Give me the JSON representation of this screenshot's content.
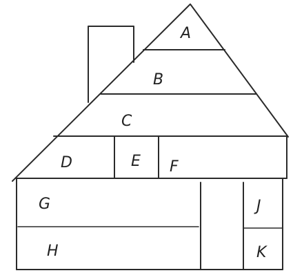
{
  "regions": [
    {
      "id": "A",
      "label": "A"
    },
    {
      "id": "B",
      "label": "B"
    },
    {
      "id": "C",
      "label": "C"
    },
    {
      "id": "D",
      "label": "D"
    },
    {
      "id": "E",
      "label": "E"
    },
    {
      "id": "F",
      "label": "F"
    },
    {
      "id": "G",
      "label": "G"
    },
    {
      "id": "H",
      "label": "H"
    },
    {
      "id": "J",
      "label": "J"
    },
    {
      "id": "K",
      "label": "K"
    }
  ],
  "style": {
    "ink": "#2a2a2a",
    "paper": "#ffffff"
  }
}
